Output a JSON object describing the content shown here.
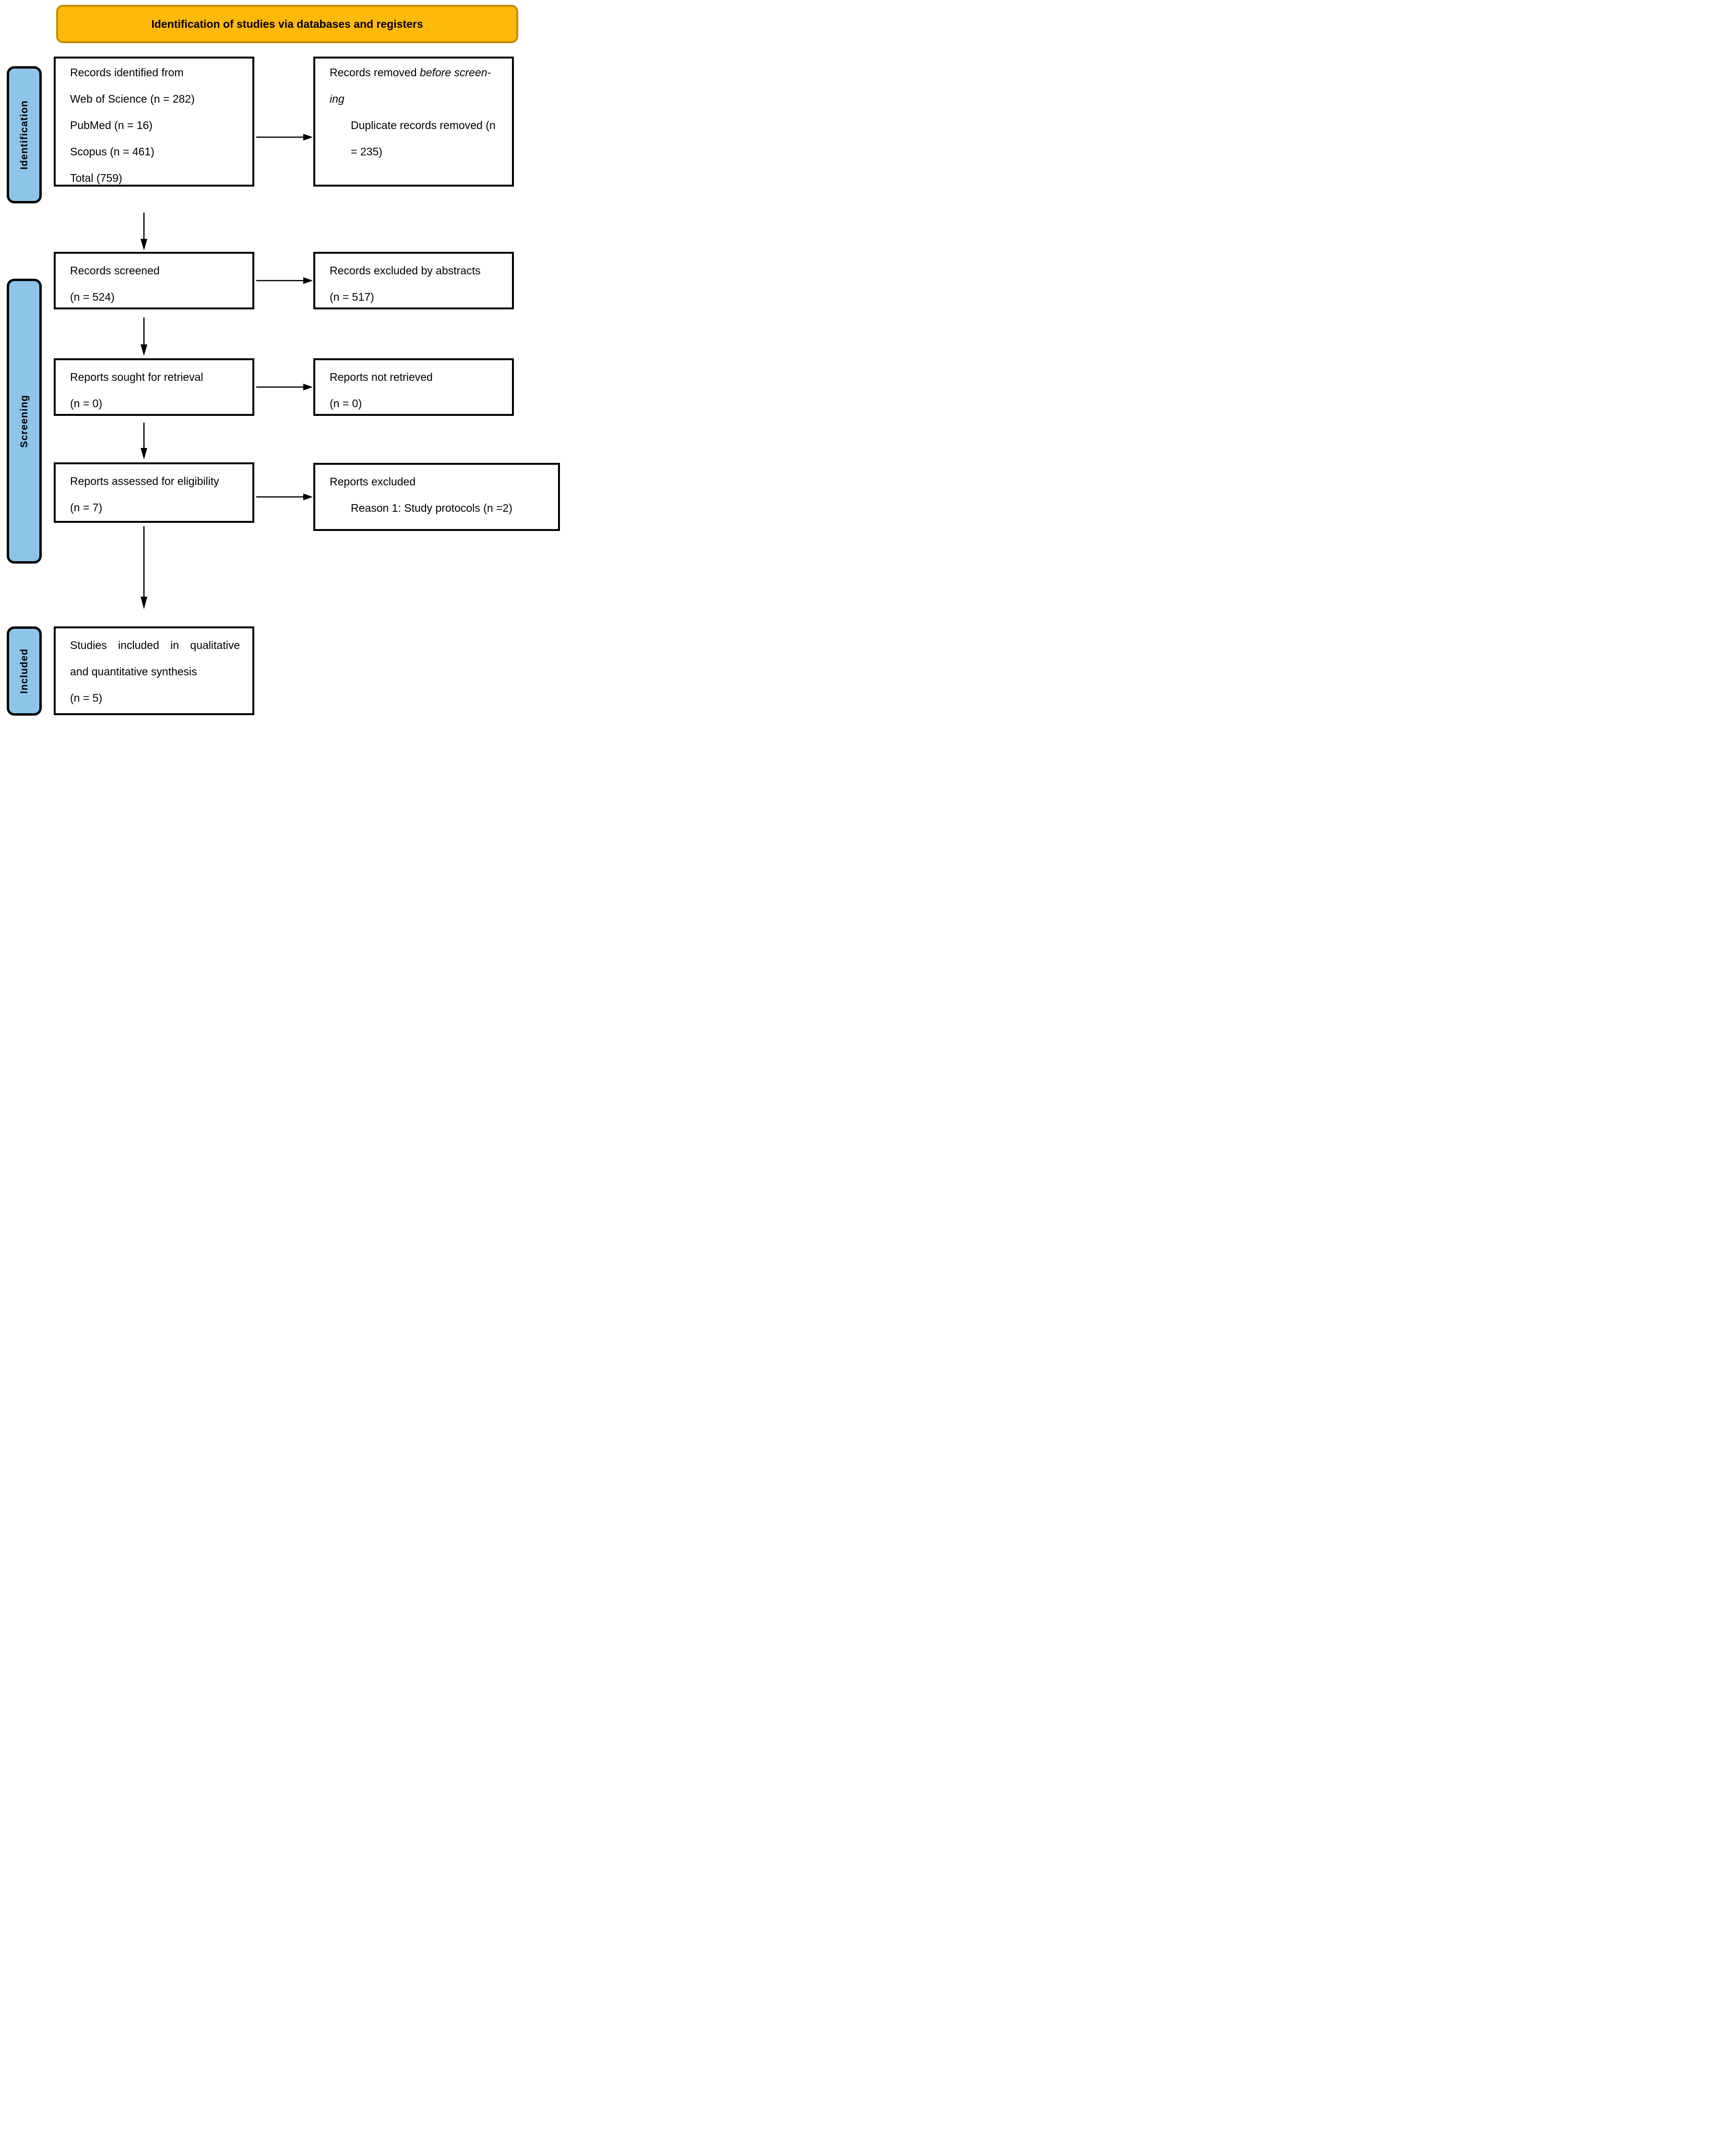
{
  "banner": {
    "title": "Identification of studies via databases and registers"
  },
  "stages": [
    {
      "label": "Identification"
    },
    {
      "label": "Screening"
    },
    {
      "label": "Included"
    }
  ],
  "boxes": {
    "records_identified": {
      "lines": [
        "Records identified from",
        "Web of Science (n = 282)",
        "PubMed (n = 16)",
        "Scopus (n = 461)",
        "Total (759)"
      ]
    },
    "records_removed": {
      "line1_normal": "Records removed ",
      "line1_italic": "before screen-",
      "line2_italic": "ing",
      "line3": "Duplicate records removed (n",
      "line4": "= 235)"
    },
    "records_screened": {
      "lines": [
        "Records screened",
        "(n = 524)"
      ]
    },
    "records_excluded_abstracts": {
      "lines": [
        "Records excluded by abstracts",
        "(n = 517)"
      ]
    },
    "reports_sought": {
      "lines": [
        "Reports sought for retrieval",
        "(n = 0)"
      ]
    },
    "reports_not_retrieved": {
      "lines": [
        "Reports not retrieved",
        "(n = 0)"
      ]
    },
    "reports_assessed": {
      "lines": [
        "Reports assessed for eligibility",
        "(n = 7)"
      ]
    },
    "reports_excluded": {
      "line1": "Reports excluded",
      "line2": "Reason 1: Study protocols (n =2)"
    },
    "studies_included": {
      "lines": [
        "Studies included in qualitative",
        "and quantitative synthesis",
        "(n = 5)"
      ]
    }
  },
  "colors": {
    "banner_fill": "#FFB90A",
    "banner_border": "#C58A08",
    "stage_fill": "#8EC4E8",
    "box_border": "#000000"
  }
}
